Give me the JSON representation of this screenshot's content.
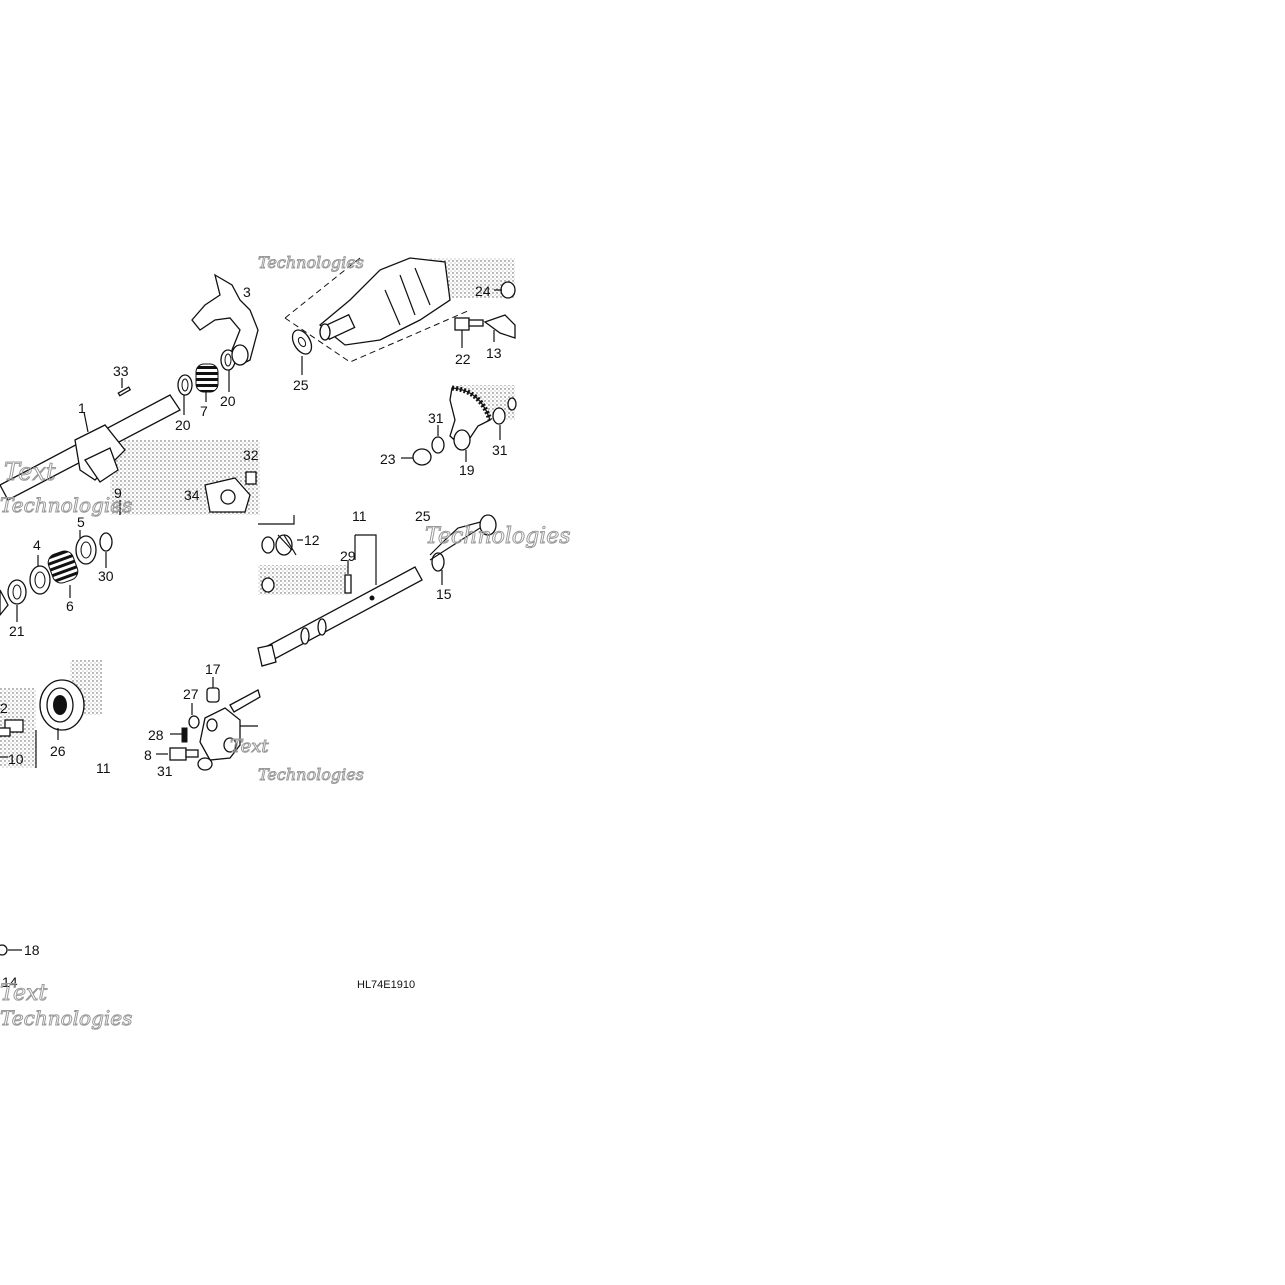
{
  "diagram": {
    "code": "HL74E1910",
    "watermark": [
      "Text",
      "Technologies"
    ],
    "callouts": [
      {
        "id": "c1",
        "text": "1"
      },
      {
        "id": "c3",
        "text": "3"
      },
      {
        "id": "c4",
        "text": "4"
      },
      {
        "id": "c5",
        "text": "5"
      },
      {
        "id": "c6",
        "text": "6"
      },
      {
        "id": "c7",
        "text": "7"
      },
      {
        "id": "c8",
        "text": "8"
      },
      {
        "id": "c9",
        "text": "9"
      },
      {
        "id": "c10",
        "text": "10"
      },
      {
        "id": "c11a",
        "text": "11"
      },
      {
        "id": "c11b",
        "text": "11"
      },
      {
        "id": "c12",
        "text": "12"
      },
      {
        "id": "c13",
        "text": "13"
      },
      {
        "id": "c14",
        "text": "14"
      },
      {
        "id": "c15",
        "text": "15"
      },
      {
        "id": "c17",
        "text": "17"
      },
      {
        "id": "c18",
        "text": "18"
      },
      {
        "id": "c19",
        "text": "19"
      },
      {
        "id": "c20a",
        "text": "20"
      },
      {
        "id": "c20b",
        "text": "20"
      },
      {
        "id": "c21",
        "text": "21"
      },
      {
        "id": "c22",
        "text": "22"
      },
      {
        "id": "c23",
        "text": "23"
      },
      {
        "id": "c24",
        "text": "24"
      },
      {
        "id": "c25a",
        "text": "25"
      },
      {
        "id": "c25b",
        "text": "25"
      },
      {
        "id": "c26",
        "text": "26"
      },
      {
        "id": "c27",
        "text": "27"
      },
      {
        "id": "c28",
        "text": "28"
      },
      {
        "id": "c29",
        "text": "29"
      },
      {
        "id": "c30",
        "text": "30"
      },
      {
        "id": "c31a",
        "text": "31"
      },
      {
        "id": "c31b",
        "text": "31"
      },
      {
        "id": "c31c",
        "text": "31"
      },
      {
        "id": "c32",
        "text": "32"
      },
      {
        "id": "c33",
        "text": "33"
      },
      {
        "id": "c34",
        "text": "34"
      },
      {
        "id": "c2",
        "text": "2"
      }
    ]
  }
}
